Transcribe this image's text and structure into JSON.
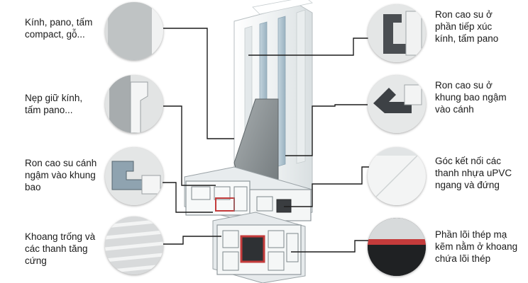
{
  "labels": {
    "glass_pane": "Kính, pano, tấm\ncompact, gỗ...",
    "glazing_bead": "Nẹp giữ kính,\ntấm pano...",
    "sash_gasket": "Ron cao su cánh\nngậm vào khung\nbao",
    "chambers": "Khoang trống và\ncác thanh tăng\ncứng",
    "glass_gasket": "Ron cao su ở\nphần tiếp xúc\nkính, tấm pano",
    "frame_gasket": "Ron cao su ở\nkhung bao ngậm\nvào cánh",
    "corner_joint": "Góc kết nối các\nthanh nhựa uPVC\nngang và đứng",
    "steel_core": "Phần lõi thép mạ\nkẽm nằm ở khoang\nchứa lõi thép"
  },
  "colors": {
    "line": "#1c1c1c",
    "profile_white": "#f4f6f6",
    "glass_blue": "#a9bfcc",
    "panel_grey": "#8f9698",
    "gasket_dark": "#3a3d40",
    "steel_red": "#c43b3b"
  }
}
